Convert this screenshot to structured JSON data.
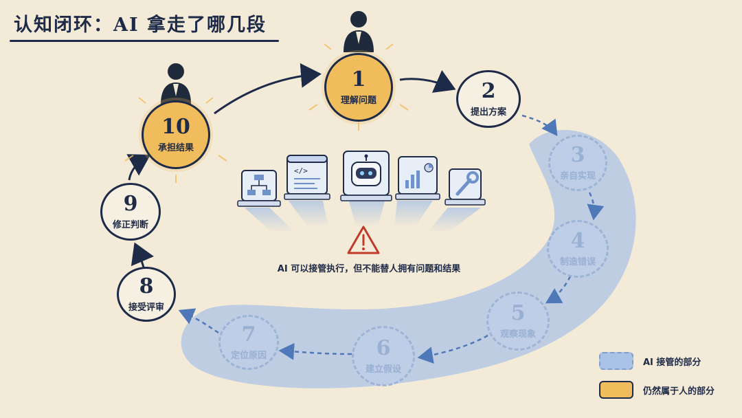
{
  "title": "认知闭环：AI 拿走了哪几段",
  "colors": {
    "human": "#f1bd5c",
    "ai_region": "#a9c2e6",
    "ink": "#1d2a48",
    "background": "#f3ead7",
    "warning": "#c0392b"
  },
  "steps": [
    {
      "num": "1",
      "label": "理解问题",
      "owner": "human"
    },
    {
      "num": "2",
      "label": "提出方案",
      "owner": "human"
    },
    {
      "num": "3",
      "label": "亲自实现",
      "owner": "ai"
    },
    {
      "num": "4",
      "label": "制造错误",
      "owner": "ai"
    },
    {
      "num": "5",
      "label": "观察现象",
      "owner": "ai"
    },
    {
      "num": "6",
      "label": "建立假设",
      "owner": "ai"
    },
    {
      "num": "7",
      "label": "定位原因",
      "owner": "ai"
    },
    {
      "num": "8",
      "label": "接受评审",
      "owner": "human"
    },
    {
      "num": "9",
      "label": "修正判断",
      "owner": "human"
    },
    {
      "num": "10",
      "label": "承担结果",
      "owner": "human"
    }
  ],
  "center_icons": [
    "flowchart-icon",
    "code-editor-icon",
    "robot-icon",
    "dashboard-chart-icon",
    "wrench-icon"
  ],
  "warning": {
    "icon": "warning-triangle-icon",
    "text": "AI 可以接管执行，但不能替人拥有问题和结果"
  },
  "legend": [
    {
      "label": "AI 接管的部分",
      "type": "ai"
    },
    {
      "label": "仍然属于人的部分",
      "type": "human"
    }
  ]
}
